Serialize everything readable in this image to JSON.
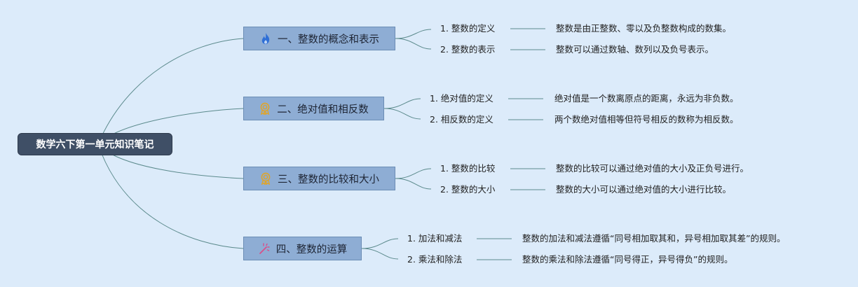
{
  "root": {
    "title": "数学六下第一单元知识笔记"
  },
  "topics": [
    {
      "title": "一、整数的概念和表示",
      "icon": "flame-icon",
      "items": [
        {
          "label": "1. 整数的定义",
          "desc": "整数是由正整数、零以及负整数构成的数集。"
        },
        {
          "label": "2. 整数的表示",
          "desc": "整数可以通过数轴、数列以及负号表示。"
        }
      ]
    },
    {
      "title": "二、绝对值和相反数",
      "icon": "award-ribbon-icon",
      "items": [
        {
          "label": "1. 绝对值的定义",
          "desc": "绝对值是一个数离原点的距离，永远为非负数。"
        },
        {
          "label": "2. 相反数的定义",
          "desc": "两个数绝对值相等但符号相反的数称为相反数。"
        }
      ]
    },
    {
      "title": "三、整数的比较和大小",
      "icon": "award-ribbon-icon",
      "items": [
        {
          "label": "1. 整数的比较",
          "desc": "整数的比较可以通过绝对值的大小及正负号进行。"
        },
        {
          "label": "2. 整数的大小",
          "desc": "整数的大小可以通过绝对值的大小进行比较。"
        }
      ]
    },
    {
      "title": "四、整数的运算",
      "icon": "magic-wand-icon",
      "items": [
        {
          "label": "1. 加法和减法",
          "desc": "整数的加法和减法遵循“同号相加取其和，异号相加取其差”的规则。"
        },
        {
          "label": "2. 乘法和除法",
          "desc": "整数的乘法和除法遵循“同号得正，异号得负”的规则。"
        }
      ]
    }
  ],
  "colors": {
    "background": "#dcebfa",
    "root_fill": "#3f4f66",
    "topic_fill": "#8eadd4",
    "connector": "#5b8a8c",
    "flame": "#2f6fd6",
    "award": "#e0a52a",
    "wand": "#d94f8a"
  }
}
